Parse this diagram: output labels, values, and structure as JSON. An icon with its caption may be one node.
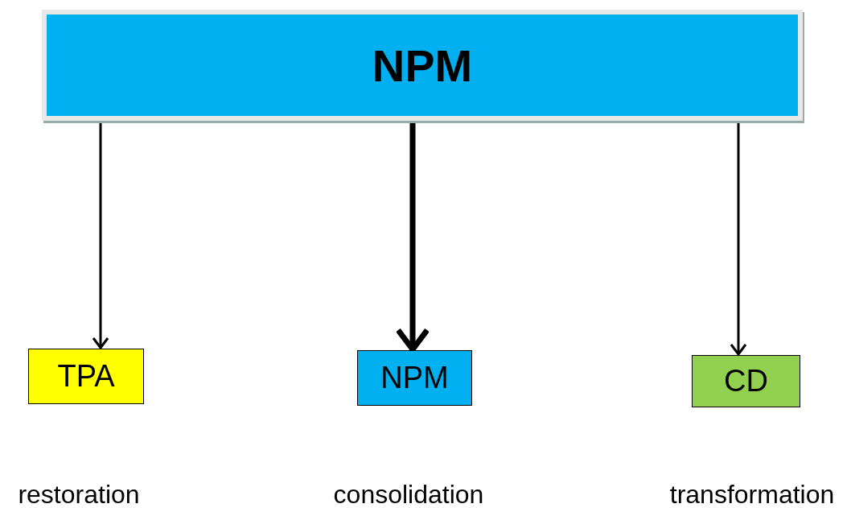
{
  "diagram": {
    "nodes": [
      {
        "text": [
          "NPM"
        ]
      },
      {
        "text": [
          "TPA"
        ],
        "beside": [
          "restoration"
        ]
      },
      {
        "text": [
          "NPM"
        ],
        "beside": [
          "consolidation"
        ]
      },
      {
        "text": [
          "CD"
        ],
        "beside": [
          "transformation"
        ]
      }
    ],
    "edges": [
      {
        "from": 0,
        "to": 1,
        "arrow": "to"
      },
      {
        "from": 0,
        "to": 2,
        "arrow": "to",
        "style": "thick"
      },
      {
        "from": 0,
        "to": 3,
        "arrow": "to"
      }
    ]
  }
}
